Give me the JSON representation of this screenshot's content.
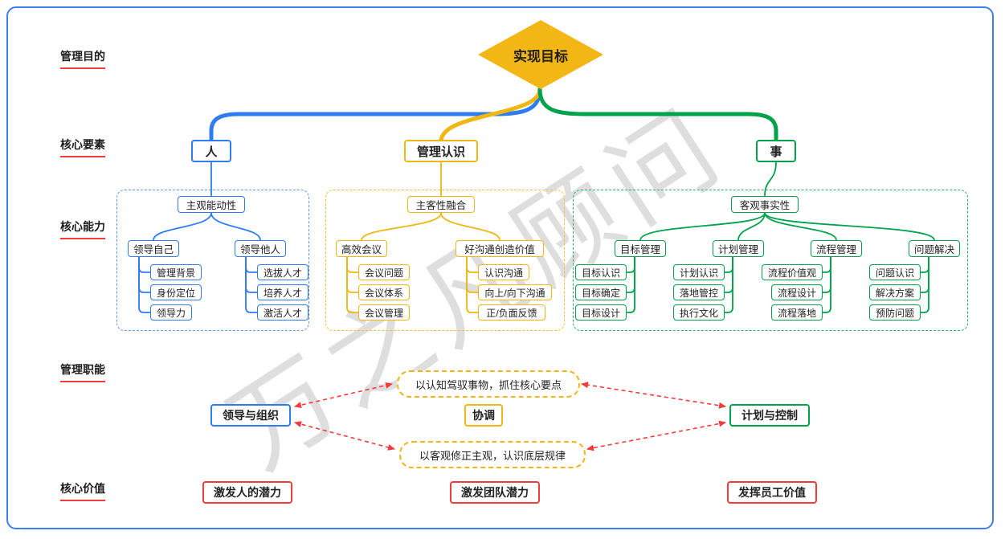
{
  "page": {
    "watermark": "万之凡顾问"
  },
  "colors": {
    "blue": "#2e7cf0",
    "yellow": "#f0b612",
    "green": "#00a24b",
    "red": "#f43b3b"
  },
  "rows": {
    "purpose": "管理目的",
    "elements": "核心要素",
    "abilities": "核心能力",
    "functions": "管理职能",
    "values": "核心价值"
  },
  "root": {
    "label": "实现目标"
  },
  "branches": {
    "people": {
      "label": "人",
      "header": "主观能动性",
      "groups": [
        {
          "label": "领导自己",
          "children": [
            "管理背景",
            "身份定位",
            "领导力"
          ]
        },
        {
          "label": "领导他人",
          "children": [
            "选拔人才",
            "培养人才",
            "激活人才"
          ]
        }
      ]
    },
    "cognition": {
      "label": "管理认识",
      "header": "主客性融合",
      "groups": [
        {
          "label": "高效会议",
          "children": [
            "会议问题",
            "会议体系",
            "会议管理"
          ]
        },
        {
          "label": "好沟通创造价值",
          "children": [
            "认识沟通",
            "向上/向下沟通",
            "正/负面反馈"
          ]
        }
      ]
    },
    "matters": {
      "label": "事",
      "header": "客观事实性",
      "groups": [
        {
          "label": "目标管理",
          "children": [
            "目标认识",
            "目标确定",
            "目标设计"
          ]
        },
        {
          "label": "计划管理",
          "children": [
            "计划认识",
            "落地管控",
            "执行文化"
          ]
        },
        {
          "label": "流程管理",
          "children": [
            "流程价值观",
            "流程设计",
            "流程落地"
          ]
        },
        {
          "label": "问题解决",
          "children": [
            "问题认识",
            "解决方案",
            "预防问题"
          ]
        }
      ]
    }
  },
  "funcs": {
    "lead_organize": "领导与组织",
    "coordinate": "协调",
    "plan_control": "计划与控制",
    "principle_top": "以认知驾驭事物，抓住核心要点",
    "principle_bottom": "以客观修正主观，认识底层规律"
  },
  "core_values": {
    "people": "激发人的潜力",
    "team": "激发团队潜力",
    "staff": "发挥员工价值"
  }
}
